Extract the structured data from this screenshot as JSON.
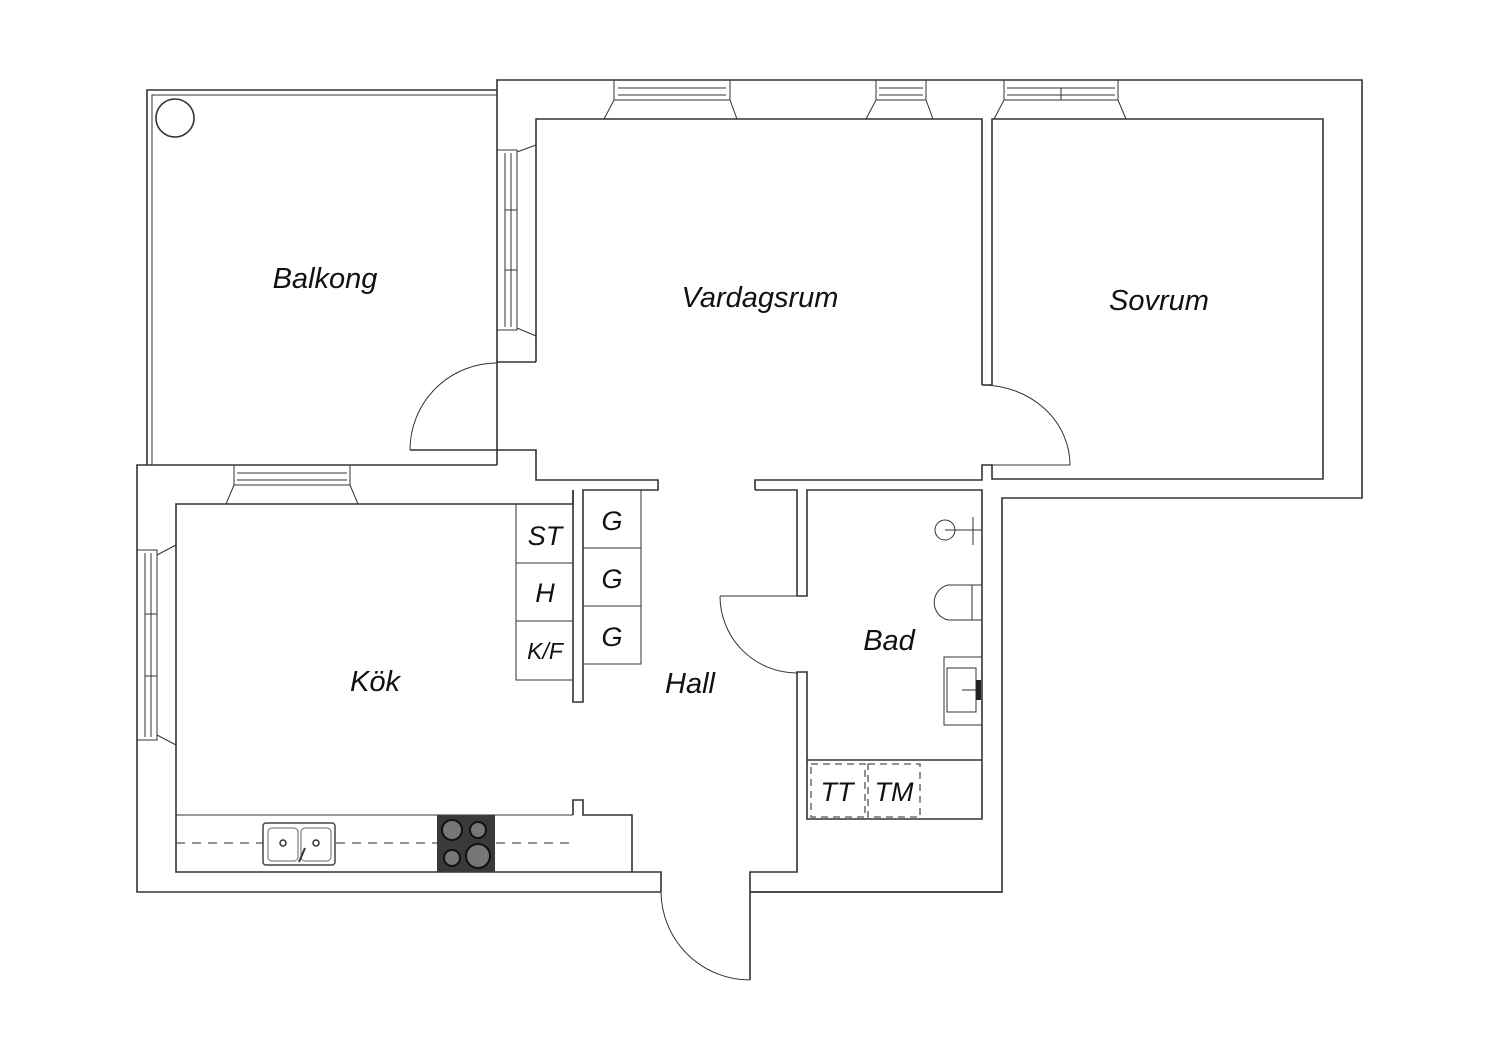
{
  "rooms": {
    "balkong": "Balkong",
    "vardagsrum": "Vardagsrum",
    "sovrum": "Sovrum",
    "kok": "Kök",
    "hall": "Hall",
    "bad": "Bad"
  },
  "fixtures": {
    "st": "ST",
    "h": "H",
    "kf": "K/F",
    "g1": "G",
    "g2": "G",
    "g3": "G",
    "tt": "TT",
    "tm": "TM"
  },
  "colors": {
    "line": "#333333",
    "stove": "#3a3a3a"
  }
}
